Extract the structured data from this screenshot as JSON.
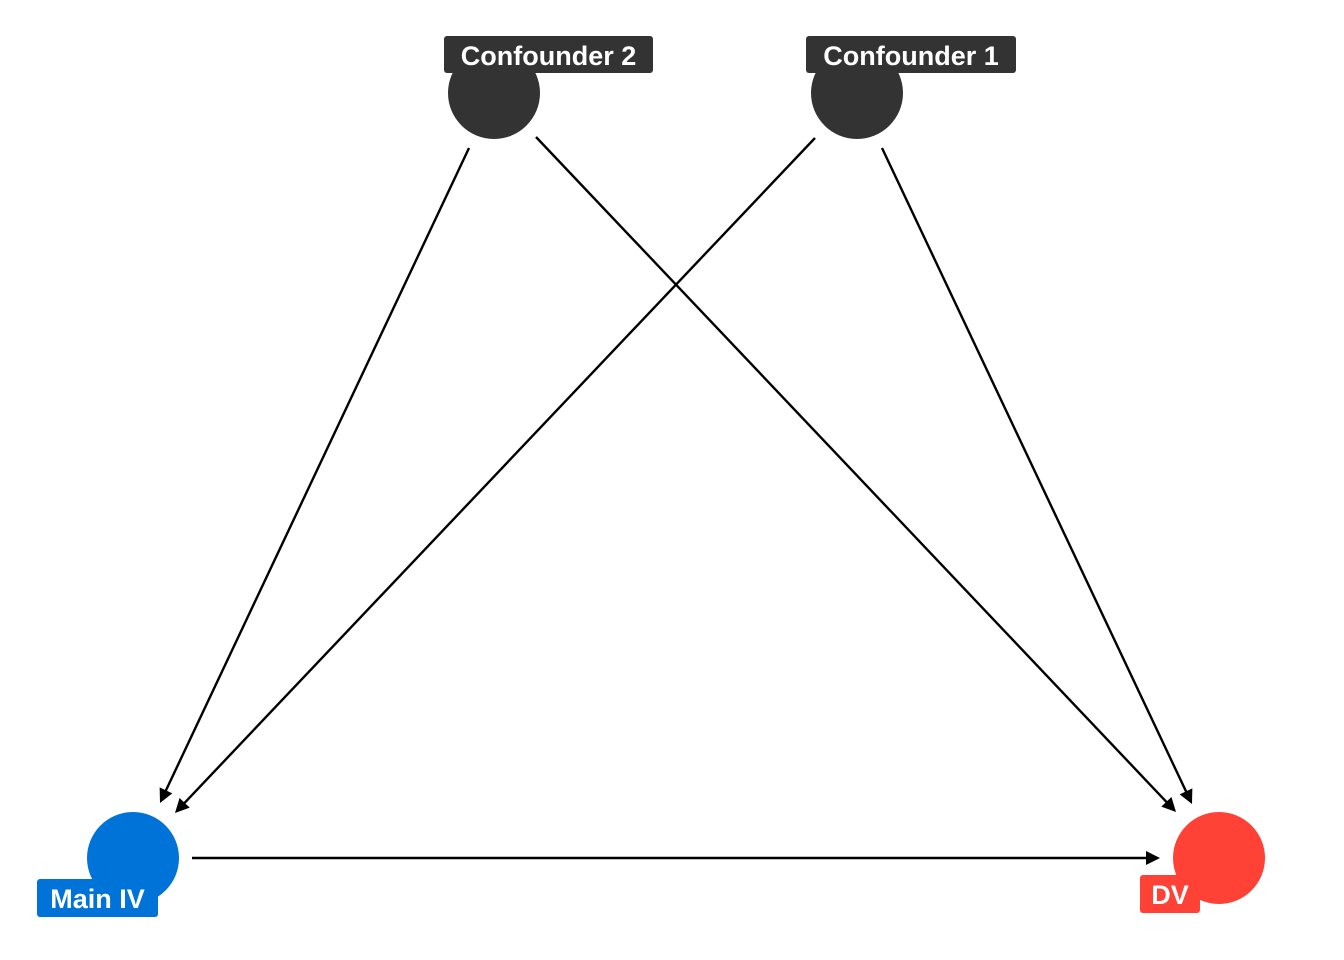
{
  "diagram": {
    "type": "directed-acyclic-graph",
    "nodes": [
      {
        "id": "confounder2",
        "label": "Confounder 2",
        "color": "#333333"
      },
      {
        "id": "confounder1",
        "label": "Confounder 1",
        "color": "#333333"
      },
      {
        "id": "main_iv",
        "label": "Main IV",
        "color": "#0073D9"
      },
      {
        "id": "dv",
        "label": "DV",
        "color": "#FF4136"
      }
    ],
    "edges": [
      {
        "from": "confounder2",
        "to": "main_iv"
      },
      {
        "from": "confounder2",
        "to": "dv"
      },
      {
        "from": "confounder1",
        "to": "main_iv"
      },
      {
        "from": "confounder1",
        "to": "dv"
      },
      {
        "from": "main_iv",
        "to": "dv"
      }
    ],
    "edge_color": "#000000"
  }
}
